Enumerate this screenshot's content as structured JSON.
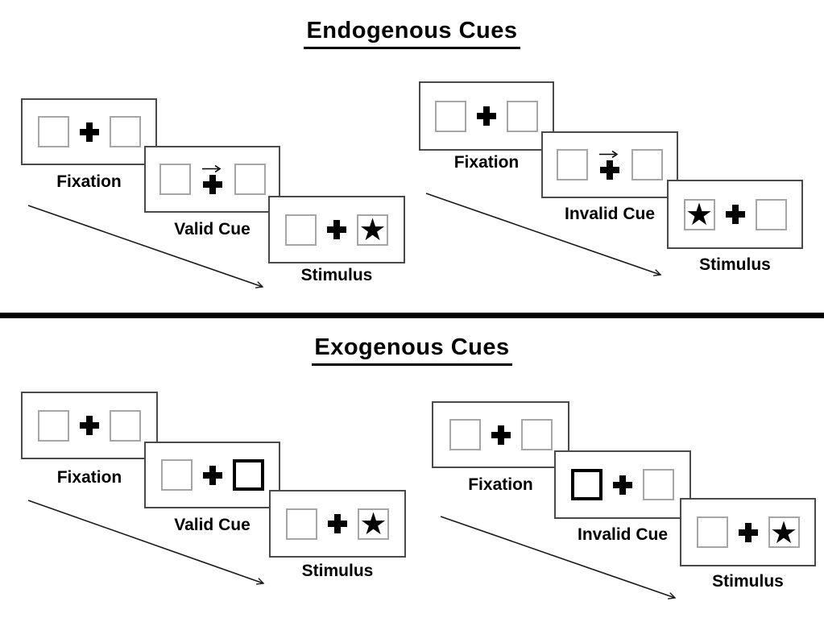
{
  "icons": {
    "star": "★",
    "fixation_cross": "✚",
    "cue_arrow": "→"
  },
  "colors": {
    "background": "#ffffff",
    "panel_border": "#4a4a4a",
    "square_border": "#a6a6a6",
    "highlight_border": "#000000",
    "divider": "#000000",
    "text": "#000000"
  },
  "sections": [
    {
      "title": "Endogenous Cues",
      "trials": [
        {
          "type": "valid",
          "cue_kind": "central-arrow-right",
          "target_side": "right",
          "panels": [
            {
              "label": "Fixation",
              "left_box": "empty",
              "right_box": "empty"
            },
            {
              "label": "Valid Cue",
              "cue": "arrow-right-above-cross",
              "left_box": "empty",
              "right_box": "empty"
            },
            {
              "label": "Stimulus",
              "left_box": "empty",
              "right_box": "star"
            }
          ]
        },
        {
          "type": "invalid",
          "cue_kind": "central-arrow-right",
          "target_side": "left",
          "panels": [
            {
              "label": "Fixation",
              "left_box": "empty",
              "right_box": "empty"
            },
            {
              "label": "Invalid Cue",
              "cue": "arrow-right-above-cross",
              "left_box": "empty",
              "right_box": "empty"
            },
            {
              "label": "Stimulus",
              "left_box": "star",
              "right_box": "empty"
            }
          ]
        }
      ]
    },
    {
      "title": "Exogenous Cues",
      "trials": [
        {
          "type": "valid",
          "cue_kind": "peripheral-box-highlight",
          "cue_side": "right",
          "target_side": "right",
          "panels": [
            {
              "label": "Fixation",
              "left_box": "empty",
              "right_box": "empty"
            },
            {
              "label": "Valid Cue",
              "left_box": "empty",
              "right_box": "highlighted"
            },
            {
              "label": "Stimulus",
              "left_box": "empty",
              "right_box": "star"
            }
          ]
        },
        {
          "type": "invalid",
          "cue_kind": "peripheral-box-highlight",
          "cue_side": "left",
          "target_side": "right",
          "panels": [
            {
              "label": "Fixation",
              "left_box": "empty",
              "right_box": "empty"
            },
            {
              "label": "Invalid Cue",
              "left_box": "highlighted",
              "right_box": "empty"
            },
            {
              "label": "Stimulus",
              "left_box": "empty",
              "right_box": "star"
            }
          ]
        }
      ]
    }
  ]
}
